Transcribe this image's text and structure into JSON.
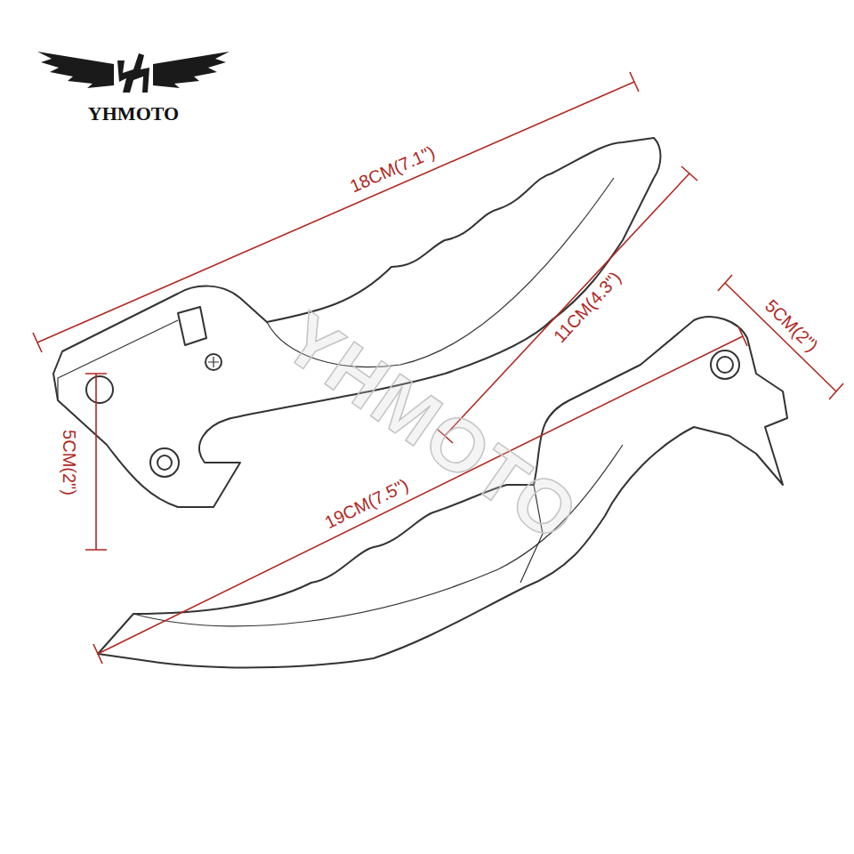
{
  "diagram": {
    "labels": [
      "YHMOTO",
      "18CM(7.1\")",
      "11CM(4.3\")",
      "5CM(2\")",
      "5CM(2\")",
      "19CM(7.5\")",
      "YHMOTO"
    ]
  }
}
